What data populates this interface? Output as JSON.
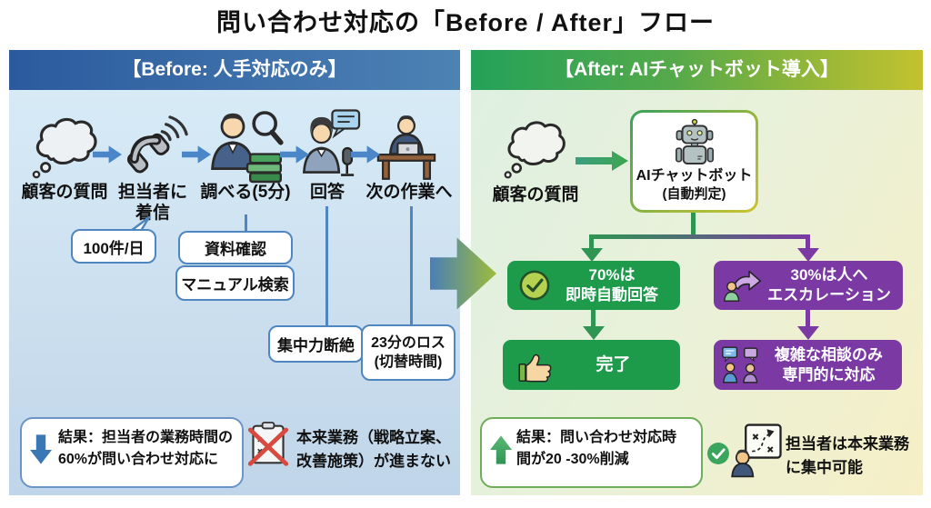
{
  "title": "問い合わせ対応の「Before / After」フロー",
  "before": {
    "header": "【Before: 人手対応のみ】",
    "steps": [
      {
        "label": "顧客の質問",
        "icon": "thought-cloud-icon"
      },
      {
        "label": "担当者に\n着信",
        "icon": "phone-ring-icon"
      },
      {
        "label": "調べる(5分)",
        "icon": "person-search-icon"
      },
      {
        "label": "回答",
        "icon": "person-answer-icon"
      },
      {
        "label": "次の作業へ",
        "icon": "person-desk-icon"
      }
    ],
    "callouts": {
      "volume": "100件/日",
      "docs": "資料確認",
      "manual": "マニュアル検索",
      "focus": "集中力断絶",
      "loss": "23分のロス\n(切替時間)"
    },
    "result": "結果：担当者の業務時間の\n60%が問い合わせ対応に",
    "side_note": "本来業務（戦略立案、\n改善施策）が進まない"
  },
  "after": {
    "header": "【After: AIチャットボット導入】",
    "customer_label": "顧客の質問",
    "bot": {
      "title": "AIチャットボット",
      "subtitle": "(自動判定)"
    },
    "auto_branch": {
      "label": "70%は\n即時自動回答",
      "done_label": "完了"
    },
    "escalation_branch": {
      "label": "30%は人へ\nエスカレーション",
      "detail_label": "複雑な相談のみ\n専門的に対応"
    },
    "result": "結果：問い合わせ対応時\n間が20 -30%削減",
    "side_note": "担当者は本来業務\nに集中可能"
  },
  "colors": {
    "before_header_start": "#2b5a9e",
    "before_header_end": "#4d82b4",
    "after_header_start": "#23a259",
    "after_header_end": "#c3c22f",
    "flow_arrow_blue": "#4a86c8",
    "branch_green": "#1d9b4b",
    "branch_purple": "#7b3aa3",
    "alert_red": "#d84a3f"
  }
}
